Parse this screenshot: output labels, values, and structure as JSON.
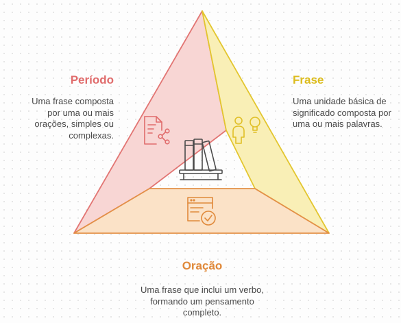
{
  "colors": {
    "periodo": "#e06c6c",
    "frase": "#e5c62a",
    "oracao": "#e0893a",
    "icon_gray": "#4a4a4a"
  },
  "sections": {
    "periodo": {
      "title": "Período",
      "description": "Uma frase composta por uma ou mais orações, simples ou complexas.",
      "icon": "document-share-icon"
    },
    "frase": {
      "title": "Frase",
      "description": "Uma unidade básica de significado composta por uma ou mais palavras.",
      "icon": "people-idea-icon"
    },
    "oracao": {
      "title": "Oração",
      "description": "Uma frase que inclui um verbo, formando um pensamento completo.",
      "icon": "browser-check-icon"
    }
  },
  "center": {
    "icon": "books-shelf-icon"
  }
}
